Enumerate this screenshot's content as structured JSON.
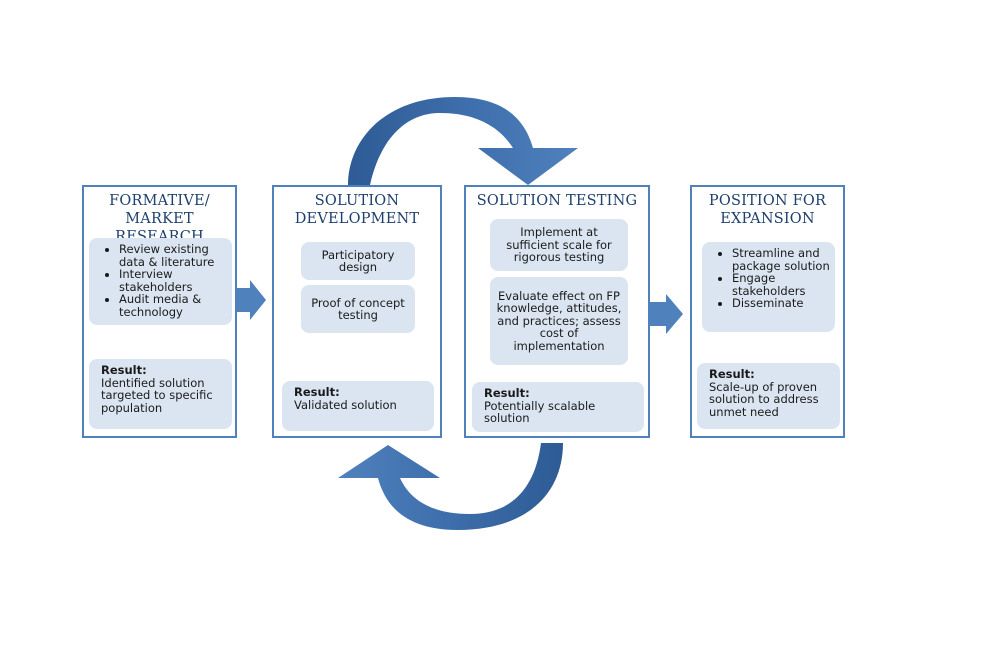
{
  "stages": [
    {
      "title": "FORMATIVE/ MARKET RESEARCH",
      "title_lines": [
        "FORMATIVE/",
        "MARKET RESEARCH"
      ],
      "bullets": [
        "Review existing data & literature",
        "Interview stakeholders",
        "Audit media & technology"
      ],
      "result_label": "Result:",
      "result_text": "Identified solution targeted to specific population"
    },
    {
      "title_lines": [
        "SOLUTION",
        "DEVELOPMENT"
      ],
      "steps": [
        "Participatory design",
        "Proof of concept testing"
      ],
      "result_label": "Result:",
      "result_text": "Validated solution"
    },
    {
      "title_lines": [
        "SOLUTION TESTING"
      ],
      "steps": [
        "Implement at sufficient scale for rigorous testing",
        "Evaluate effect on FP knowledge, attitudes, and practices; assess cost of implementation"
      ],
      "result_label": "Result:",
      "result_text": "Potentially scalable solution"
    },
    {
      "title_lines": [
        "POSITION FOR",
        "EXPANSION"
      ],
      "bullets": [
        "Streamline and package solution",
        "Engage stakeholders",
        "Disseminate"
      ],
      "result_label": "Result:",
      "result_text": "Scale-up of proven solution to address unmet need"
    }
  ],
  "colors": {
    "border": "#4f81bd",
    "box_fill": "#dbe5f1",
    "arrow": "#4f81bd",
    "arrow_dark": "#2e5b94",
    "title_text": "#1f3f6e"
  }
}
